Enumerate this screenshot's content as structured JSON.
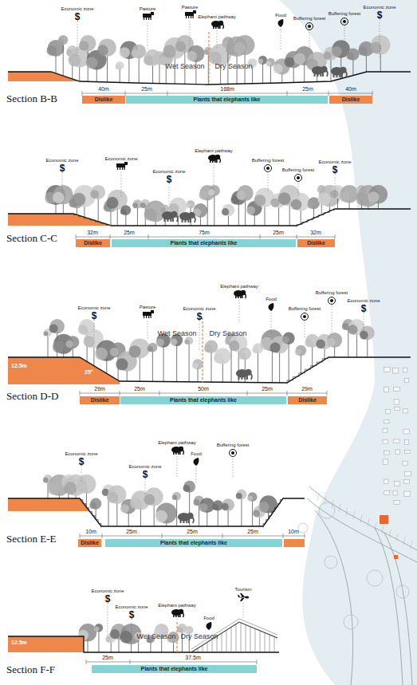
{
  "diagram": {
    "nodes": [
      {
        "text": [
          "Dislike"
        ]
      },
      {
        "text": [
          "Plants that elephants like"
        ]
      },
      {
        "text": [
          "Dislike"
        ]
      },
      {
        "text": [
          "Dislike"
        ]
      },
      {
        "text": [
          "Plants that elephants like"
        ]
      },
      {
        "text": [
          "Dislike"
        ]
      },
      {
        "text": [
          "Dislike"
        ]
      },
      {
        "text": [
          "Plants that elephants like"
        ]
      },
      {
        "text": [
          "Dislike"
        ]
      },
      {
        "text": [
          "Dislike"
        ]
      },
      {
        "text": [
          "Plants that elephants like"
        ]
      },
      {
        "text": [
          "Plants that elephants like"
        ]
      }
    ],
    "labels": [
      "Economic zone",
      "$",
      "Pasture",
      "Pasture",
      "Elephant pathway",
      "Food",
      "Buffering forest",
      "Buffering forest",
      "Economic zone",
      "$",
      "Wet Season",
      "Dry Season",
      "40m",
      "25m",
      "168m",
      "25m",
      "40m",
      "Section B-B",
      "Economic zone",
      "$",
      "Economic zone",
      "Economic zone",
      "$",
      "Elephant pathway",
      "Buffering forest",
      "Buffering forest",
      "Economic zone",
      "$",
      "32m",
      "25m",
      "75m",
      "25m",
      "32m",
      "Section C-C",
      "Economic zone",
      "$",
      "Pasture",
      "Economic zone",
      "$",
      "Elephant pathway",
      "Food",
      "Buffering forest",
      "Buffering forest",
      "Economic zone",
      "$",
      "Wet Season",
      "Dry Season",
      "29m",
      "25m",
      "50m",
      "25m",
      "29m",
      "12.5m",
      "25°",
      "Section D-D",
      "Economic zone",
      "$",
      "Economic zone",
      "$",
      "Elephant pathway",
      "Food",
      "Buffering forest",
      "10m",
      "25m",
      "25m",
      "25m",
      "10m",
      "Section E-E",
      "Economic zone",
      "$",
      "Economic zone",
      "$",
      "Elephant pathway",
      "Food",
      "Tourism",
      "Wet Season",
      "Dry Season",
      "25m",
      "37.5m",
      "12.5m",
      "Section F-F"
    ]
  }
}
